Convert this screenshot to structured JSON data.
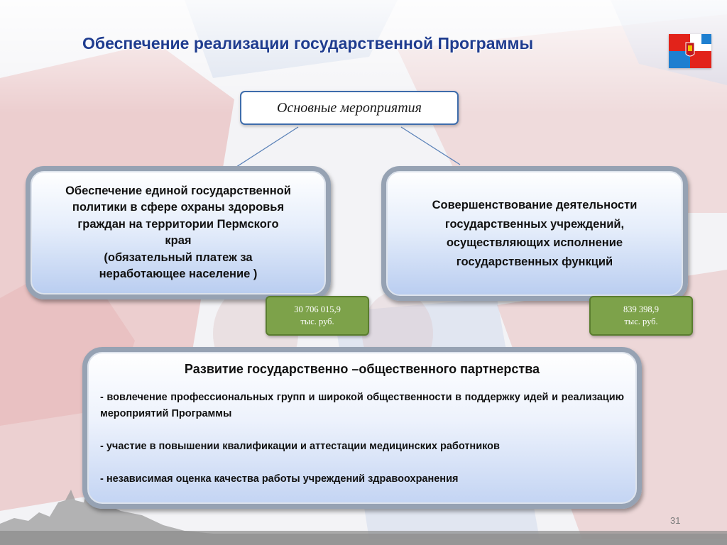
{
  "slide": {
    "title": "Обеспечение реализации государственной Программы",
    "page_number": "31"
  },
  "diagram": {
    "top_box": "Основные мероприятия",
    "left_box_lines": [
      "Обеспечение единой государственной",
      "политики в сфере охраны здоровья",
      "граждан на территории Пермского",
      "края",
      "(обязательный платеж за",
      "неработающее население )"
    ],
    "right_box_lines": [
      "Совершенствование деятельности",
      "государственных учреждений,",
      "осуществляющих исполнение",
      "государственных функций"
    ],
    "left_amount": {
      "value": "30 706 015,9",
      "unit": "тыс. руб."
    },
    "right_amount": {
      "value": "839 398,9",
      "unit": "тыс. руб."
    },
    "bottom_box": {
      "title": "Развитие государственно –общественного  партнерства",
      "items": [
        "- вовлечение  профессиональных групп и широкой общественности в поддержку идей и реализацию мероприятий Программы",
        "- участие в повышении квалификации и аттестации медицинских работников",
        "- независимая оценка качества работы учреждений здравоохранения"
      ]
    }
  },
  "colors": {
    "title": "#1f3c8f",
    "connector": "#5b82b8",
    "amount_fill": "#7da24a",
    "flag_red": "#e2231a",
    "flag_blue": "#1e7fd0"
  },
  "icons": {
    "flag": "perm-krai-flag-icon",
    "background": "faded-flag-and-skyline-background"
  }
}
